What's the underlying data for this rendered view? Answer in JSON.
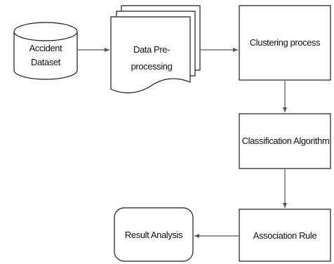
{
  "diagram": {
    "nodes": {
      "accident_dataset": {
        "line1": "Accident",
        "line2": "Dataset",
        "shape": "cylinder"
      },
      "data_preprocessing": {
        "line1": "Data Pre-",
        "line2": "processing",
        "shape": "multi-document"
      },
      "clustering": {
        "label": "Clustering process",
        "shape": "rectangle"
      },
      "classification": {
        "label": "Classification Algorithm",
        "shape": "rectangle"
      },
      "association": {
        "label": "Association Rule",
        "shape": "rectangle"
      },
      "result_analysis": {
        "label": "Result Analysis",
        "shape": "rounded-rectangle"
      }
    },
    "edges": [
      {
        "from": "accident_dataset",
        "to": "data_preprocessing"
      },
      {
        "from": "data_preprocessing",
        "to": "clustering"
      },
      {
        "from": "clustering",
        "to": "classification"
      },
      {
        "from": "classification",
        "to": "association"
      },
      {
        "from": "association",
        "to": "result_analysis"
      }
    ],
    "colors": {
      "stroke": "#1a1a1a",
      "arrow": "#555555",
      "fill": "#ffffff"
    }
  }
}
